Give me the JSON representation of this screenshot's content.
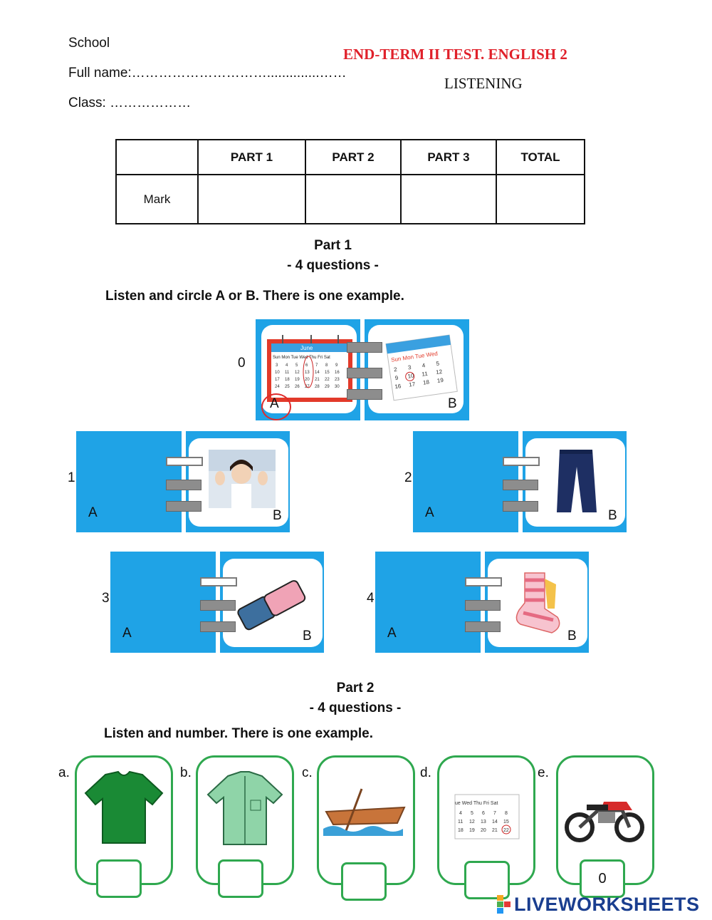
{
  "header": {
    "school": "School",
    "full_name": "Full name:…………………………..............……",
    "class": "Class: ………………",
    "title": "END-TERM II TEST. ENGLISH 2",
    "subtitle": "LISTENING"
  },
  "mark_table": {
    "columns": [
      "",
      "PART 1",
      "PART 2",
      "PART 3",
      "TOTAL"
    ],
    "row_label": "Mark"
  },
  "part1": {
    "title": "Part 1",
    "count": "- 4 questions -",
    "instruction": "Listen and circle A or B. There is one example.",
    "items": [
      {
        "number": "0",
        "a": "A",
        "b": "B"
      },
      {
        "number": "1",
        "a": "A",
        "b": "B"
      },
      {
        "number": "2",
        "a": "A",
        "b": "B"
      },
      {
        "number": "3",
        "a": "A",
        "b": "B"
      },
      {
        "number": "4",
        "a": "A",
        "b": "B"
      }
    ],
    "calendar_a_month": "June",
    "calendar_days": "Sun Mon Tue Wed Thu Fri Sat",
    "calendar_b_days": "Sun Mon Tue Wed"
  },
  "part2": {
    "title": "Part 2",
    "count": "- 4 questions -",
    "instruction": "Listen and number. There is one example.",
    "cards": [
      {
        "label": "a.",
        "answer": ""
      },
      {
        "label": "b.",
        "answer": ""
      },
      {
        "label": "c.",
        "answer": ""
      },
      {
        "label": "d.",
        "answer": ""
      },
      {
        "label": "e.",
        "answer": "0"
      }
    ],
    "calendar_days": "ue Wed Thu Fri Sat"
  },
  "watermark": "LIVEWORKSHEETS",
  "colors": {
    "title_red": "#e0202a",
    "book_blue": "#1fa3e6",
    "card_green": "#2fa84f"
  }
}
